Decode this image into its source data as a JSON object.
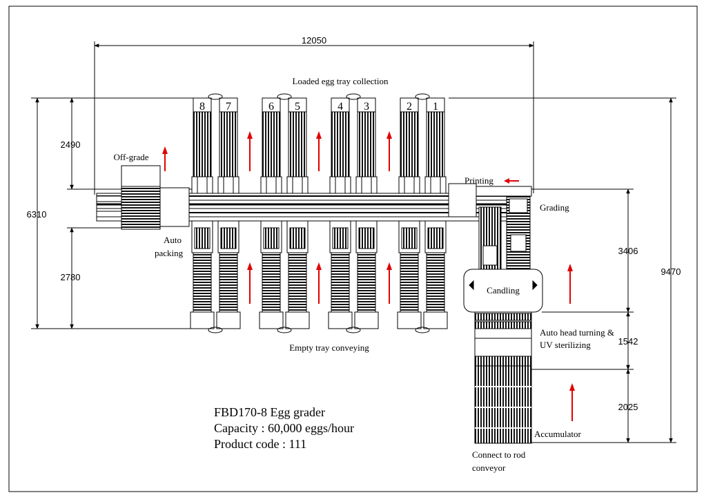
{
  "labels": {
    "loaded_collection": "Loaded egg tray collection",
    "off_grade": "Off-grade",
    "printing": "Printing",
    "grading": "Grading",
    "auto_packing_1": "Auto",
    "auto_packing_2": "packing",
    "candling": "Candling",
    "auto_head_1": "Auto head turning &",
    "auto_head_2": "UV sterilizing",
    "empty_tray": "Empty tray conveying",
    "accumulator": "Accumulator",
    "connect_1": "Connect to rod",
    "connect_2": "conveyor"
  },
  "lanes": [
    "8",
    "7",
    "6",
    "5",
    "4",
    "3",
    "2",
    "1"
  ],
  "dimensions": {
    "overall_width": "12050",
    "left_top": "2490",
    "left_total": "6310",
    "left_bottom": "2780",
    "right_top": "3406",
    "right_total": "9470",
    "right_mid": "1542",
    "right_bottom": "2025"
  },
  "info": {
    "model": "FBD170-8 Egg grader",
    "capacity": "Capacity : 60,000 eggs/hour",
    "product_code": "Product code : 111"
  },
  "colors": {
    "line": "#000000",
    "arrow": "#e00000"
  }
}
